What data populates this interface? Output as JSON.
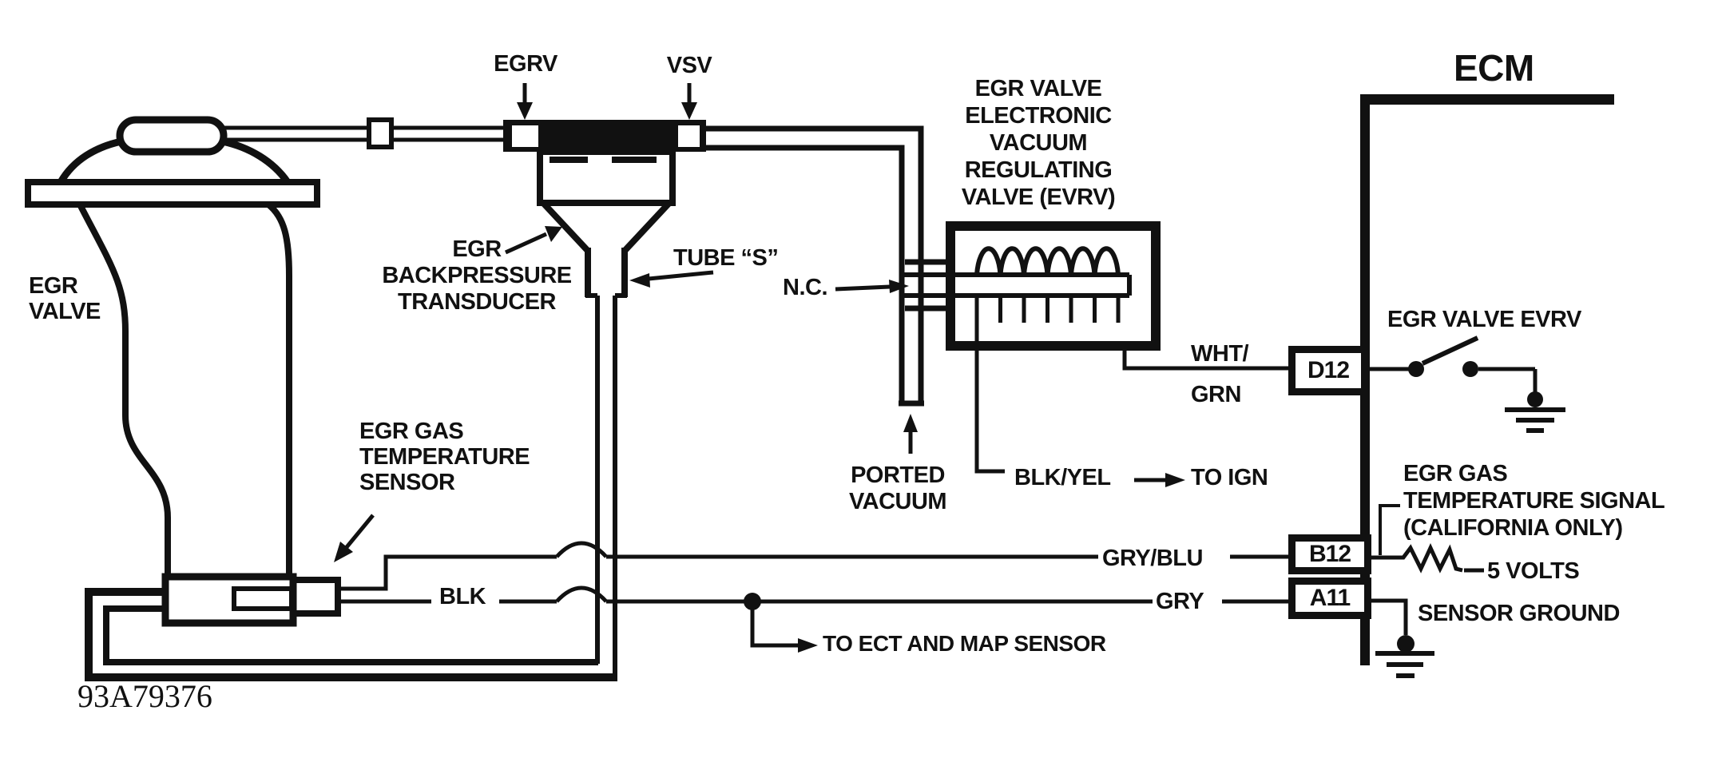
{
  "diagram": {
    "figure_number": "93A79376",
    "colors": {
      "ink": "#111111",
      "background": "#ffffff"
    },
    "labels": {
      "egrv": "EGRV",
      "vsv": "VSV",
      "egr_valve": "EGR\nVALVE",
      "backpressure": "EGR\nBACKPRESSURE\nTRANSDUCER",
      "tube_s": "TUBE “S”",
      "nc": "N.C.",
      "evrv_title": "EGR VALVE\nELECTRONIC\nVACUUM\nREGULATING\nVALVE (EVRV)",
      "ported_vacuum": "PORTED\nVACUUM",
      "wht_grn": "WHT/\nGRN",
      "blk_yel": "BLK/YEL",
      "to_ign": "TO IGN",
      "egr_gas_sensor": "EGR GAS\nTEMPERATURE\nSENSOR",
      "blk": "BLK",
      "gry_blu": "GRY/BLU",
      "gry": "GRY",
      "to_ect": "TO ECT AND MAP SENSOR",
      "ecm": "ECM",
      "egr_valve_evrv": "EGR VALVE EVRV",
      "egr_gas_signal": "EGR GAS\nTEMPERATURE SIGNAL\n(CALIFORNIA ONLY)",
      "five_volts": "5 VOLTS",
      "sensor_ground": "SENSOR GROUND"
    },
    "pins": {
      "d12": "D12",
      "b12": "B12",
      "a11": "A11"
    }
  }
}
